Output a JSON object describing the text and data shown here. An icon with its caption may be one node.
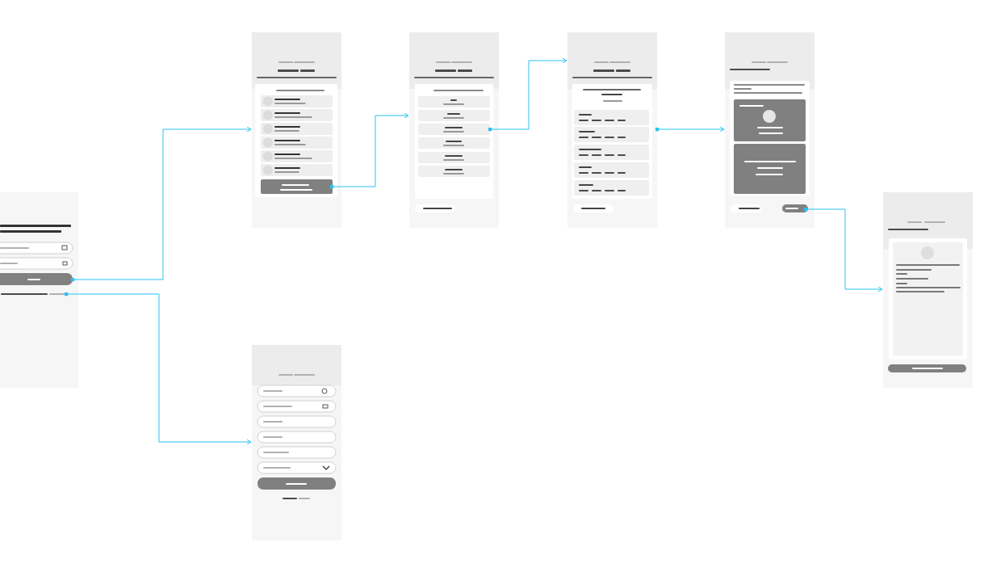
{
  "diagram": {
    "nodes": [
      {
        "text": [],
        "shape": "picture"
      },
      {
        "text": [],
        "shape": "picture"
      },
      {
        "text": [],
        "shape": "picture"
      },
      {
        "text": [],
        "shape": "picture"
      },
      {
        "text": [],
        "shape": "picture"
      },
      {
        "text": [],
        "shape": "picture"
      },
      {
        "text": [],
        "shape": "picture"
      }
    ],
    "edges": [
      {
        "from": 0,
        "to": 1,
        "arrow": "to"
      },
      {
        "from": 0,
        "to": 2,
        "arrow": "to"
      },
      {
        "from": 1,
        "to": 3,
        "arrow": "to"
      },
      {
        "from": 3,
        "to": 4,
        "arrow": "to"
      },
      {
        "from": 4,
        "to": 5,
        "arrow": "to"
      },
      {
        "from": 5,
        "to": 6,
        "arrow": "to"
      }
    ]
  }
}
